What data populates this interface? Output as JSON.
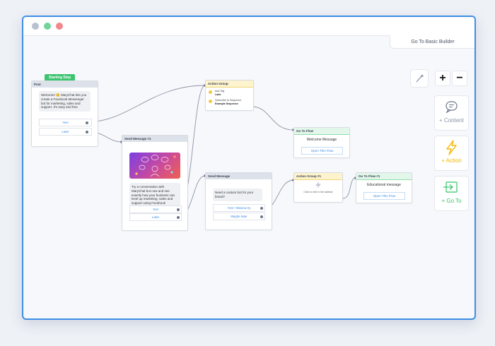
{
  "header": {
    "basic_builder_label": "Go To Basic Builder"
  },
  "toolbar": {
    "zoom_in_label": "+",
    "zoom_out_label": "−",
    "content_label": "+ Content",
    "action_label": "+ Action",
    "goto_label": "+ Go To"
  },
  "start_badge": "Starting Step",
  "nodes": {
    "post": {
      "title": "Post",
      "text": "Welcome! 😊 MaryChat lets you create a Facebook Messenger bot for marketing, sales and support. It's easy and free.",
      "buttons": [
        "Yes!",
        "Later"
      ]
    },
    "send1": {
      "title": "Send Message #1",
      "text": "Try a conversation with MaryChat bot now and see exactly how your business can level up marketing, sales and support using Facebook Messenger.",
      "buttons": [
        "Yes!",
        "Later"
      ]
    },
    "action_group": {
      "title": "Action Group",
      "rows": [
        {
          "label": "Add Tag",
          "value": "Later"
        },
        {
          "label": "Subscribe to Sequence",
          "value": "Example Sequence"
        }
      ]
    },
    "send2": {
      "title": "Send Message",
      "text": "Need a custom bot for your brand?",
      "buttons": [
        "Yes! I Wanna try",
        "Maybe later"
      ]
    },
    "goto_flow": {
      "title": "Go To Flow",
      "flow_name": "Welcome Message",
      "open_label": "Open This Flow"
    },
    "action_group1": {
      "title": "Action Group #1",
      "hint": "Click to edit in the sidebar"
    },
    "goto_flow1": {
      "title": "Go To Flow #1",
      "flow_name": "Educational message",
      "open_label": "Open This Flow"
    }
  },
  "colors": {
    "accent": "#3d8ee6",
    "start_green": "#3bc56f",
    "action_yellow": "#f5b800",
    "goto_green": "#35c46a"
  }
}
